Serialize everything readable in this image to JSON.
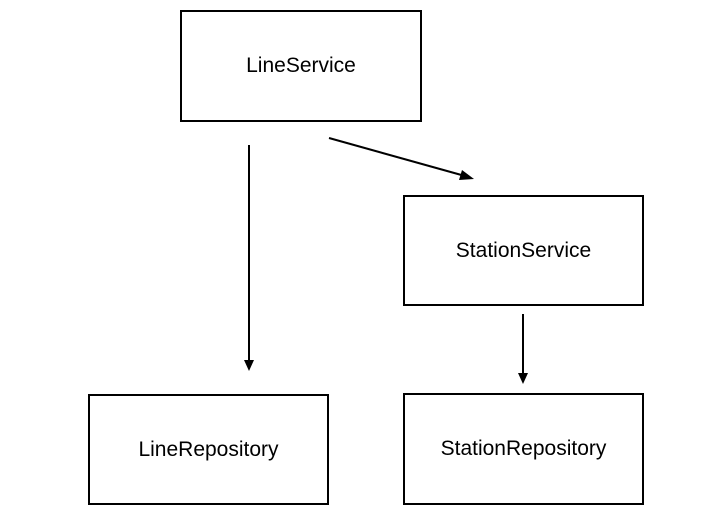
{
  "diagram": {
    "nodes": [
      {
        "id": "line-service",
        "label": "LineService"
      },
      {
        "id": "station-service",
        "label": "StationService"
      },
      {
        "id": "line-repository",
        "label": "LineRepository"
      },
      {
        "id": "station-repository",
        "label": "StationRepository"
      }
    ],
    "edges": [
      {
        "from": "LineService",
        "to": "LineRepository"
      },
      {
        "from": "LineService",
        "to": "StationService"
      },
      {
        "from": "StationService",
        "to": "StationRepository"
      }
    ],
    "colors": {
      "stroke": "#000000",
      "background": "#ffffff",
      "text": "#000000"
    }
  }
}
